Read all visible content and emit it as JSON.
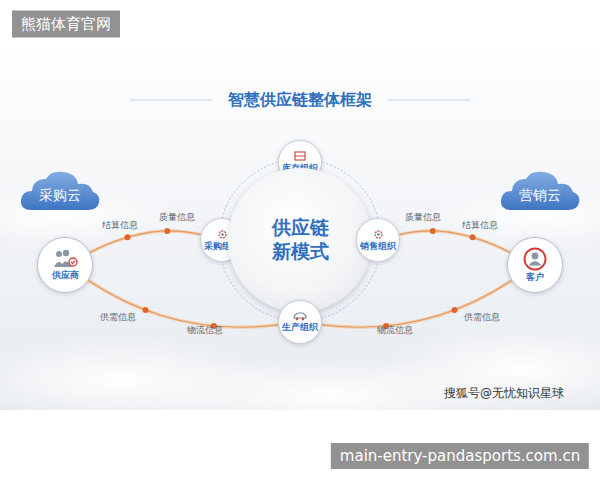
{
  "diagram": {
    "title": "智慧供应链整体框架",
    "nodes": [
      {
        "text": [
          "库存组织"
        ]
      },
      {
        "text": [
          "采购云"
        ]
      },
      {
        "text": [
          "营销云"
        ]
      },
      {
        "text": [
          "供应商"
        ]
      },
      {
        "text": [
          "采购组织"
        ]
      },
      {
        "text": [
          "供应链 新模式"
        ]
      },
      {
        "text": [
          "销售组织"
        ]
      },
      {
        "text": [
          "客户"
        ]
      },
      {
        "text": [
          "生产组织"
        ]
      }
    ],
    "edges": [
      {
        "from": 3,
        "to": 4,
        "arrow": "none"
      },
      {
        "from": 6,
        "to": 7,
        "arrow": "none"
      },
      {
        "from": 3,
        "to": 8,
        "arrow": "none"
      },
      {
        "from": 8,
        "to": 7,
        "arrow": "none"
      }
    ],
    "labels": [
      "结算信息",
      "质量信息",
      "质量信息",
      "结算信息",
      "供需信息",
      "物流信息",
      "物流信息",
      "供需信息",
      "搜狐号@无忧知识星球",
      "熊猫体育官网",
      "main-entry-pandasports.com.cn"
    ]
  }
}
